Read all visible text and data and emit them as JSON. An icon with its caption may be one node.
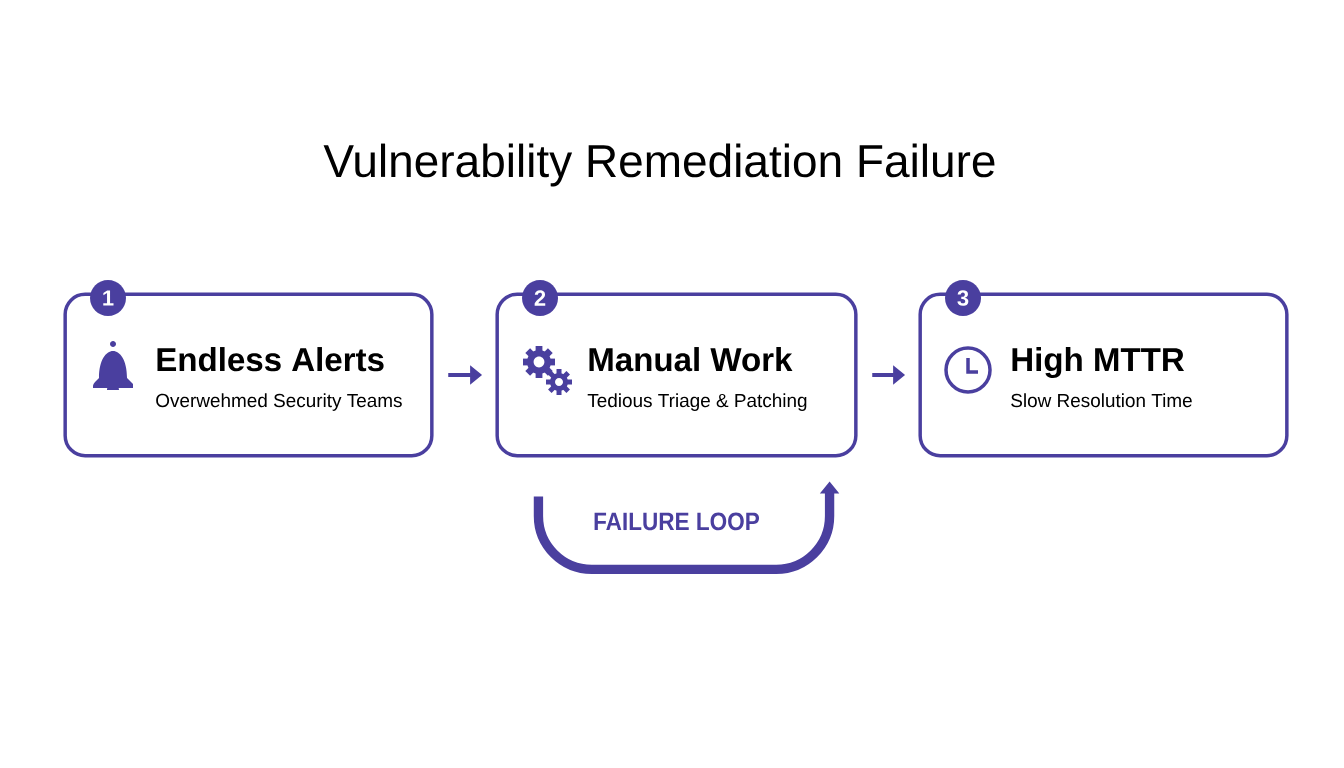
{
  "diagram": {
    "title": "Vulnerability Remediation Failure",
    "nodes": [
      {
        "text": [
          "1",
          "Endless Alerts",
          "Overwehmed Security Teams"
        ]
      },
      {
        "text": [
          "2",
          "Manual Work",
          "Tedious Triage & Patching"
        ]
      },
      {
        "text": [
          "3",
          "High MTTR",
          "Slow Resolution Time"
        ]
      }
    ],
    "edges": [
      {
        "from": 0,
        "to": 1,
        "arrow": "to"
      },
      {
        "from": 1,
        "to": 2,
        "arrow": "to"
      },
      {
        "from": 1,
        "to": 1,
        "arrow": "to",
        "label": "FAILURE LOOP",
        "style": "thick"
      }
    ]
  }
}
